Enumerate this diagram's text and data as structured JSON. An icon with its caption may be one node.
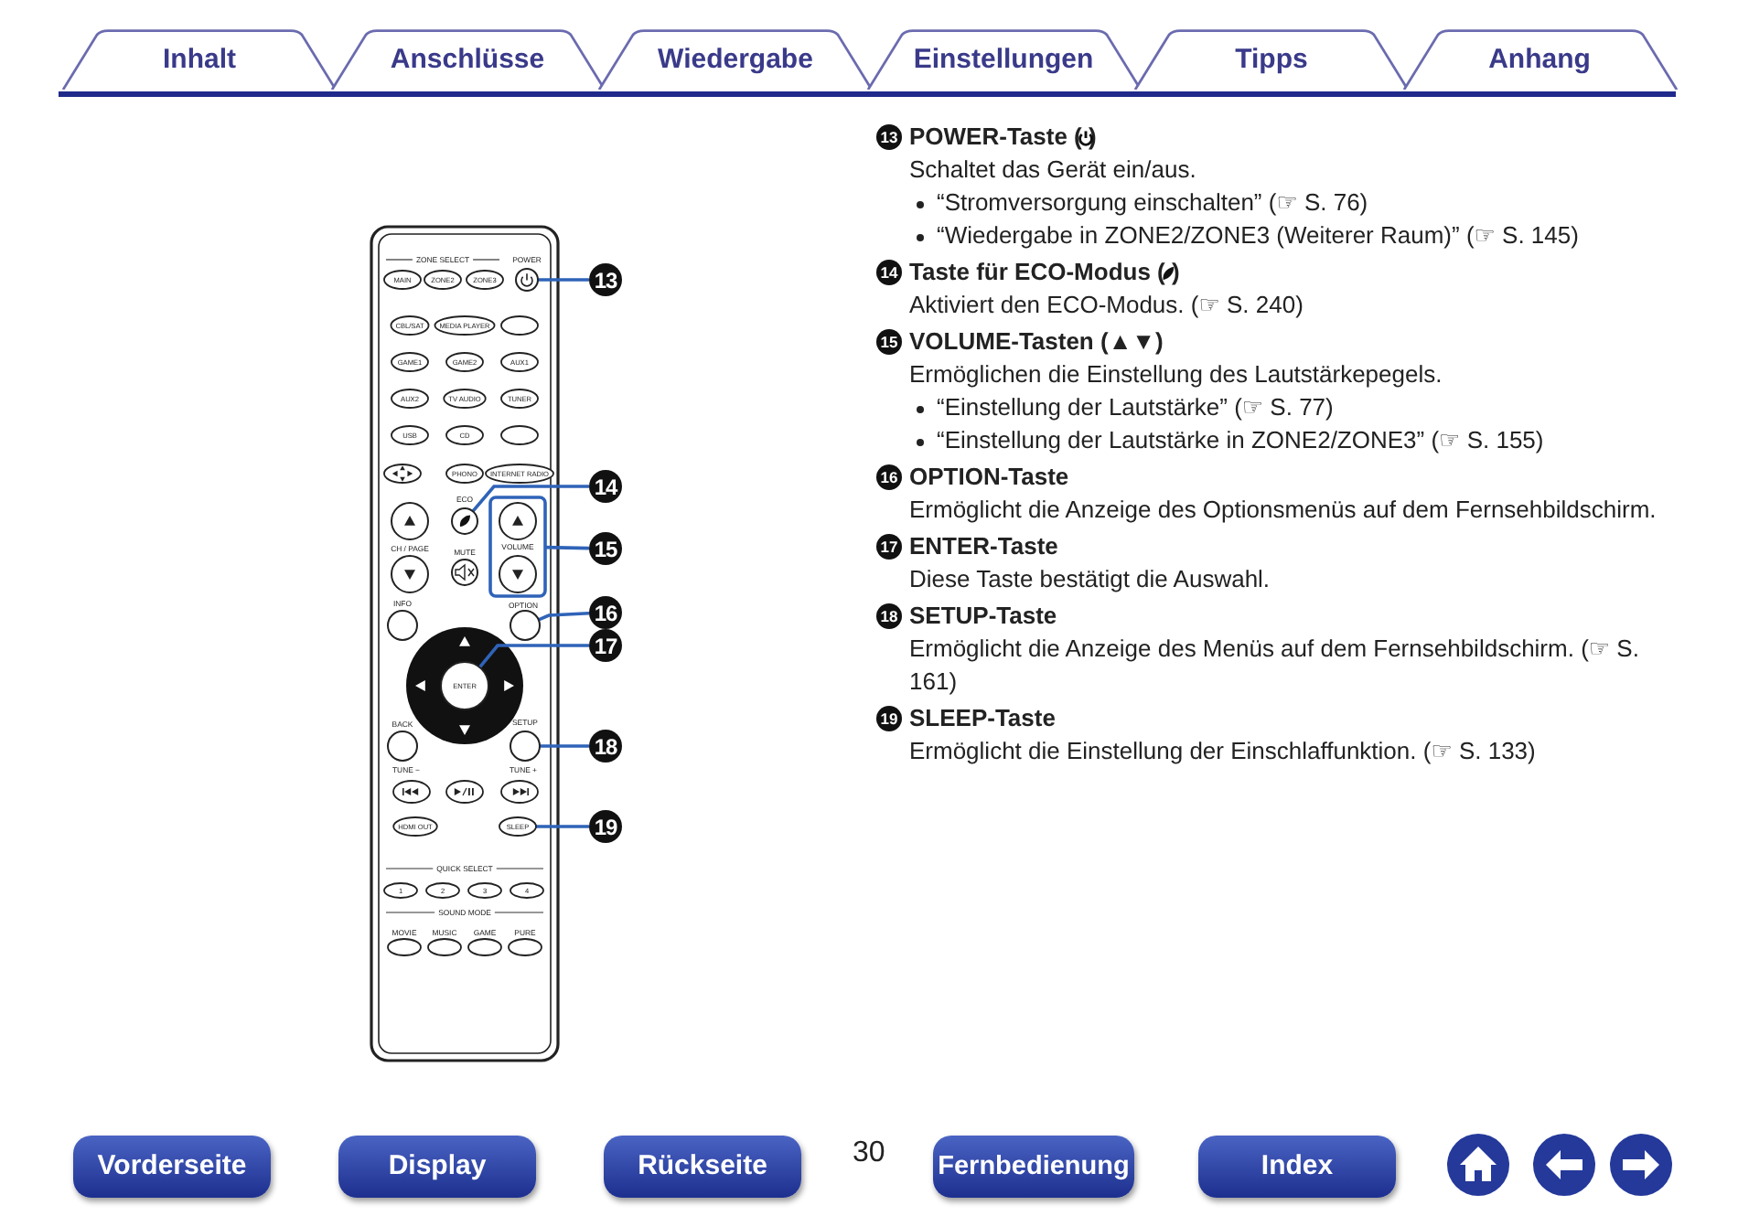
{
  "diagram": {
    "nodes": [
      {
        "text": [
          "13"
        ]
      },
      {
        "text": [],
        "shape": "circle",
        "beside": [
          "POWER"
        ]
      },
      {
        "text": [
          "14"
        ]
      },
      {
        "text": [],
        "shape": "circle",
        "beside": [
          "ECO"
        ]
      },
      {
        "text": [
          "15"
        ]
      },
      {
        "text": [
          "VOLUME"
        ]
      },
      {
        "text": [
          "16"
        ]
      },
      {
        "text": [],
        "shape": "circle",
        "beside": [
          "OPTION"
        ]
      },
      {
        "text": [
          "17"
        ]
      },
      {
        "text": [
          "ENTER"
        ]
      },
      {
        "text": [
          "18"
        ]
      },
      {
        "text": [],
        "shape": "circle",
        "beside": [
          "SETUP"
        ]
      },
      {
        "text": [
          "19"
        ]
      },
      {
        "text": [
          "SLEEP"
        ]
      },
      {
        "text": [
          "MAIN"
        ]
      },
      {
        "text": [
          "ZONE2"
        ]
      },
      {
        "text": [
          "ZONE3"
        ]
      },
      {
        "text": [
          "CBL/SAT"
        ]
      },
      {
        "text": [
          "MEDIA PLAYER"
        ]
      },
      {
        "text": [
          "GAME1"
        ]
      },
      {
        "text": [
          "GAME2"
        ]
      },
      {
        "text": [
          "AUX1"
        ]
      },
      {
        "text": [
          "AUX2"
        ]
      },
      {
        "text": [
          "TV AUDIO"
        ]
      },
      {
        "text": [
          "TUNER"
        ]
      },
      {
        "text": [
          "USB"
        ]
      },
      {
        "text": [
          "CD"
        ]
      },
      {
        "text": [
          "PHONO"
        ]
      },
      {
        "text": [
          "INTERNET RADIO"
        ]
      },
      {
        "text": [
          "HDMI OUT"
        ]
      },
      {
        "text": [
          "1"
        ]
      },
      {
        "text": [
          "2"
        ]
      },
      {
        "text": [
          "3"
        ]
      },
      {
        "text": [
          "4"
        ]
      },
      {
        "text": [],
        "shape": "ellipse"
      },
      {
        "text": [],
        "shape": "ellipse"
      },
      {
        "text": [],
        "shape": "ellipse"
      },
      {
        "text": [],
        "shape": "circle"
      },
      {
        "text": [],
        "shape": "circle"
      },
      {
        "text": [],
        "shape": "circle",
        "in": 5
      },
      {
        "text": [],
        "shape": "circle",
        "in": 5
      },
      {
        "text": [],
        "shape": "circle",
        "beside": [
          "MUTE"
        ]
      },
      {
        "text": [],
        "shape": "circle",
        "beside": [
          "INFO"
        ]
      },
      {
        "text": [],
        "shape": "circle",
        "beside": [
          "BACK"
        ]
      },
      {
        "text": [],
        "shape": "ellipse",
        "beside": [
          "TUNE −"
        ]
      },
      {
        "text": [],
        "shape": "ellipse"
      },
      {
        "text": [],
        "shape": "ellipse",
        "beside": [
          "TUNE +"
        ]
      },
      {
        "text": [],
        "shape": "ellipse",
        "beside": [
          "MOVIE"
        ]
      },
      {
        "text": [],
        "shape": "ellipse",
        "beside": [
          "MUSIC"
        ]
      },
      {
        "text": [],
        "shape": "ellipse",
        "beside": [
          "GAME"
        ]
      },
      {
        "text": [],
        "shape": "ellipse",
        "beside": [
          "PURE"
        ]
      }
    ],
    "edges": [
      {
        "from": 0,
        "to": 1,
        "arrow": "none"
      },
      {
        "from": 2,
        "to": 3,
        "arrow": "none"
      },
      {
        "from": 4,
        "to": 5,
        "arrow": "none"
      },
      {
        "from": 6,
        "to": 7,
        "arrow": "none"
      },
      {
        "from": 8,
        "to": 9,
        "arrow": "none"
      },
      {
        "from": 10,
        "to": 11,
        "arrow": "none"
      },
      {
        "from": 12,
        "to": 13,
        "arrow": "none"
      }
    ],
    "labels": [
      "Inhalt",
      "Anschlüsse",
      "Wiedergabe",
      "Einstellungen",
      "Tipps",
      "Anhang",
      "ZONE SELECT",
      "CH / PAGE",
      "QUICK SELECT",
      "SOUND MODE",
      "13",
      "POWER-Taste ( )",
      "Schaltet das Gerät ein/aus.",
      "“Stromversorgung einschalten” (☞ S. 76)",
      "“Wiedergabe in ZONE2/ZONE3 (Weiterer Raum)” (☞ S. 145)",
      "14",
      "Taste für ECO-Modus ( )",
      "Aktiviert den ECO-Modus.  (☞ S. 240)",
      "15",
      "VOLUME-Tasten (▲▼)",
      "Ermöglichen die Einstellung des Lautstärkepegels.",
      "“Einstellung der Lautstärke” (☞ S. 77)",
      "“Einstellung der Lautstärke in ZONE2/ZONE3” (☞ S. 155)",
      "16",
      "OPTION-Taste",
      "Ermöglicht die Anzeige des Optionsmenüs auf dem Fernsehbildschirm.",
      "17",
      "ENTER-Taste",
      "Diese Taste bestätigt die Auswahl.",
      "18",
      "SETUP-Taste",
      "Ermöglicht die Anzeige des Menüs auf dem Fernsehbildschirm. (☞ S. 161)",
      "19",
      "SLEEP-Taste",
      "Ermöglicht die Einstellung der Einschlaffunktion.  (☞ S. 133)",
      "Vorderseite",
      "Display",
      "Rückseite",
      "30",
      "Fernbedienung",
      "Index"
    ]
  }
}
